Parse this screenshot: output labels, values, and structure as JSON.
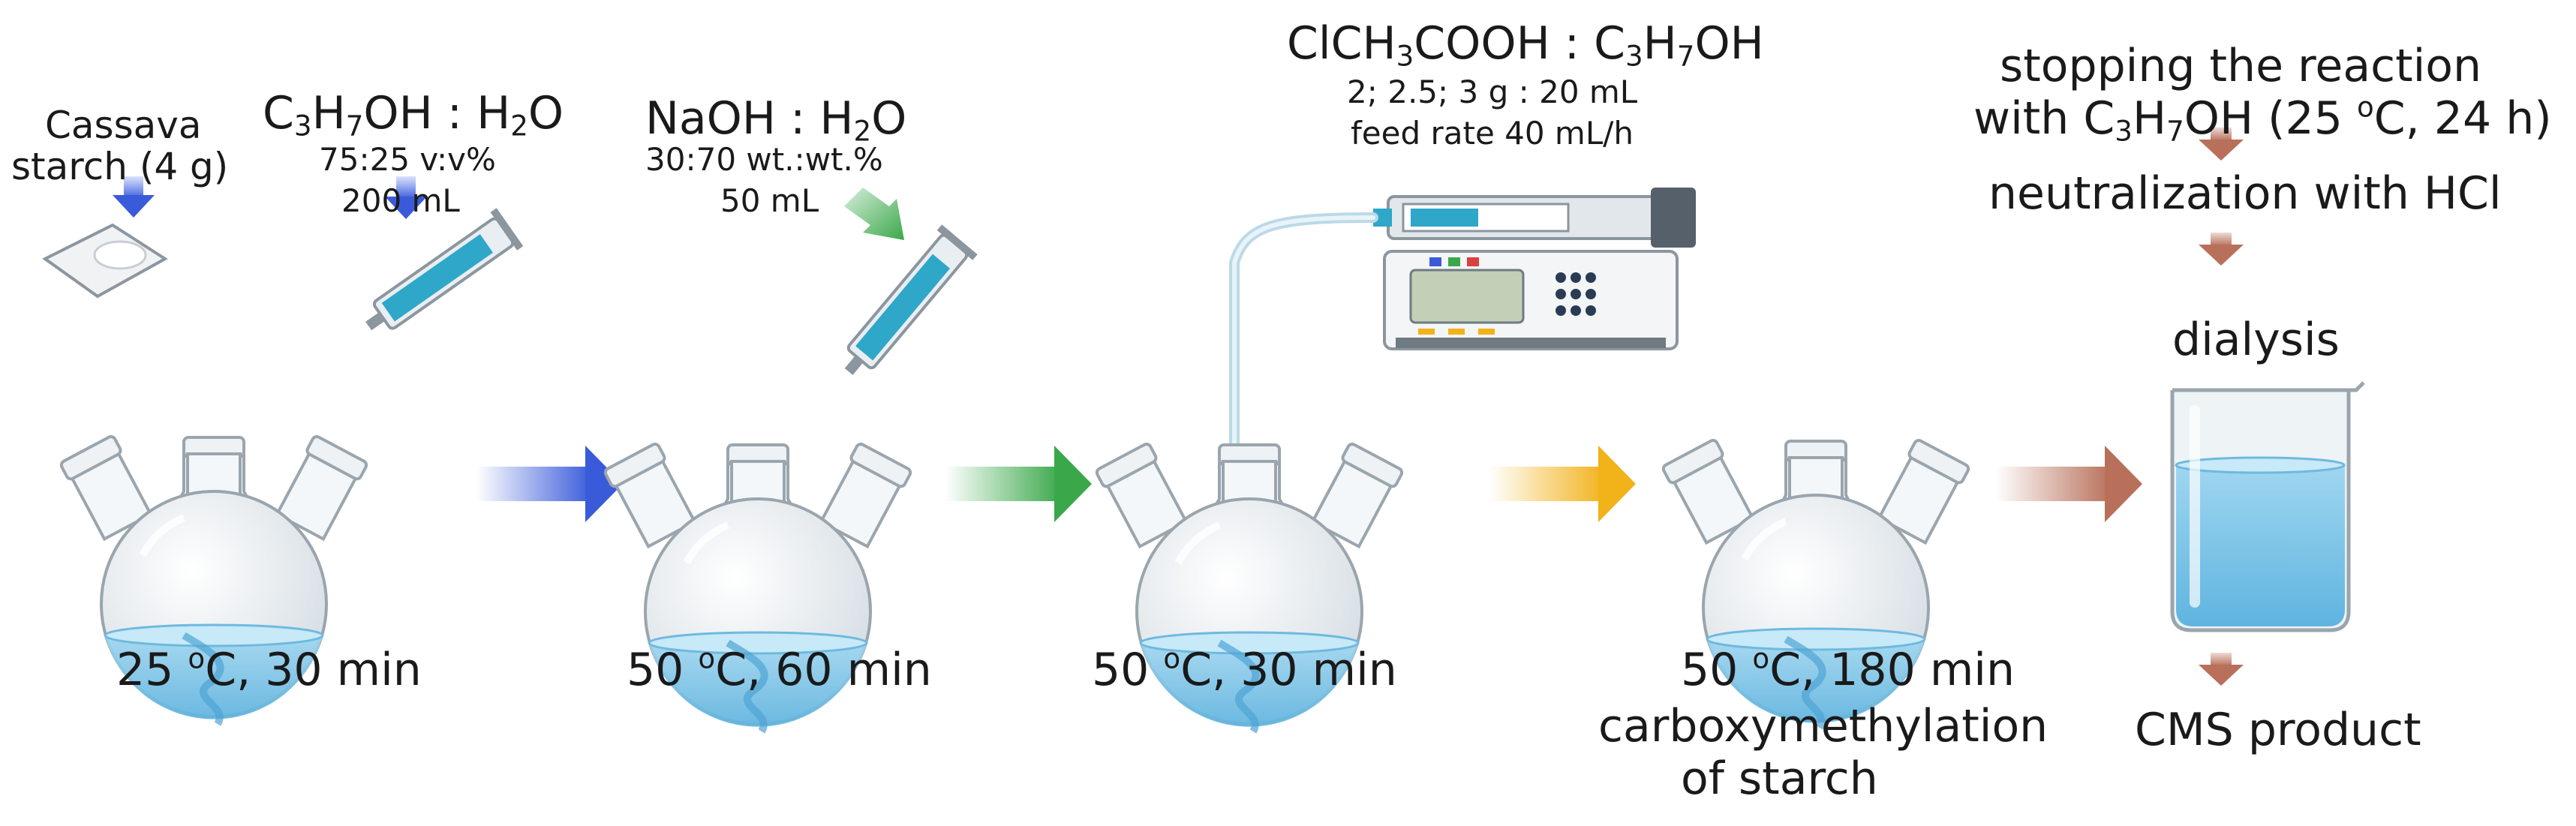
{
  "step1": {
    "reagent_a": "Cassava",
    "reagent_b": "starch (4 g)",
    "solvent_formula_parts": [
      "C",
      "3",
      "H",
      "7",
      "OH : H",
      "2",
      "O"
    ],
    "ratio": "75:25 v:v%",
    "volume": "200 mL",
    "condition_parts": [
      "25 ",
      "o",
      "C, 30 min"
    ]
  },
  "step2": {
    "reagent_formula_parts": [
      "NaOH : H",
      "2",
      "O"
    ],
    "ratio": "30:70 wt.:wt.%",
    "volume": "50 mL",
    "condition_parts": [
      "50 ",
      "o",
      "C, 60 min"
    ]
  },
  "step3": {
    "reagent_formula_parts": [
      "ClCH",
      "3",
      "COOH : C",
      "3",
      "H",
      "7",
      "OH"
    ],
    "amounts": "2; 2.5; 3 g : 20 mL",
    "feed": "feed rate 40 mL/h",
    "condition_parts": [
      "50 ",
      "o",
      "C, 30 min"
    ]
  },
  "step4": {
    "condition_parts": [
      "50 ",
      "o",
      "C, 180 min"
    ],
    "line2": "carboxymethylation",
    "line3": "of starch"
  },
  "step5": {
    "line1": "stopping the reaction",
    "line2_parts": [
      "with C",
      "3",
      "H",
      "7",
      "OH (25 ",
      "o",
      "C, 24 h)"
    ],
    "line3": "neutralization with HCl",
    "line4": "dialysis",
    "product": "CMS product"
  },
  "colors": {
    "arrow_blue": "#3a5bd9",
    "arrow_green": "#3aa84a",
    "arrow_yellow": "#f2b21a",
    "arrow_brown": "#b8705a",
    "liquid": "#7fc4e8",
    "glass": "#e8eef2",
    "syringe": "#2ea7c9"
  }
}
